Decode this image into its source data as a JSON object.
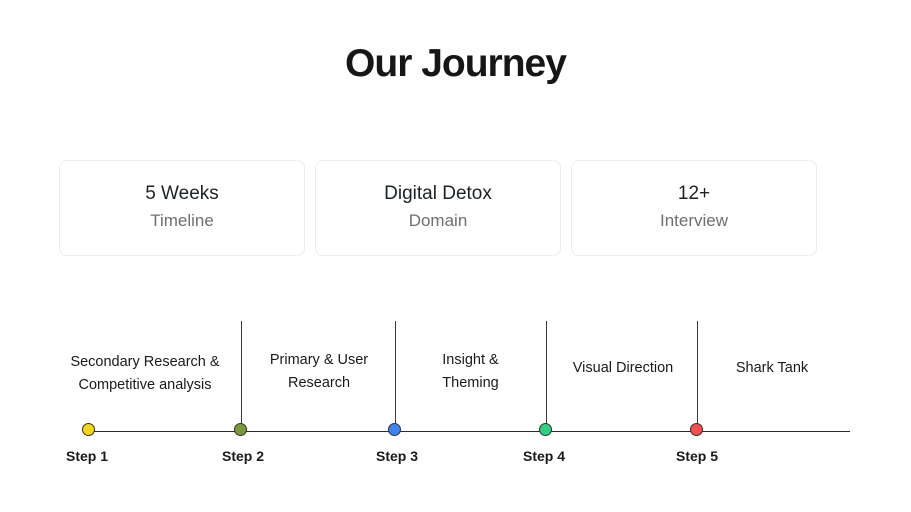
{
  "title": "Our Journey",
  "cards": [
    {
      "value": "5 Weeks",
      "label": "Timeline"
    },
    {
      "value": "Digital Detox",
      "label": "Domain"
    },
    {
      "value": "12+",
      "label": "Interview"
    }
  ],
  "timeline": {
    "steps": [
      {
        "label": "Step 1",
        "color": "#f7d51b"
      },
      {
        "label": "Step 2",
        "color": "#7a9a3a"
      },
      {
        "label": "Step 3",
        "color": "#3f82f0"
      },
      {
        "label": "Step 4",
        "color": "#2ecf7f"
      },
      {
        "label": "Step 5",
        "color": "#f25050"
      }
    ],
    "phases": [
      {
        "line1": "Secondary Research &",
        "line2": "Competitive analysis"
      },
      {
        "line1": "Primary & User",
        "line2": "Research"
      },
      {
        "line1": "Insight &",
        "line2": "Theming"
      },
      {
        "line1": "Visual Direction",
        "line2": ""
      },
      {
        "line1": "Shark Tank",
        "line2": ""
      }
    ]
  }
}
